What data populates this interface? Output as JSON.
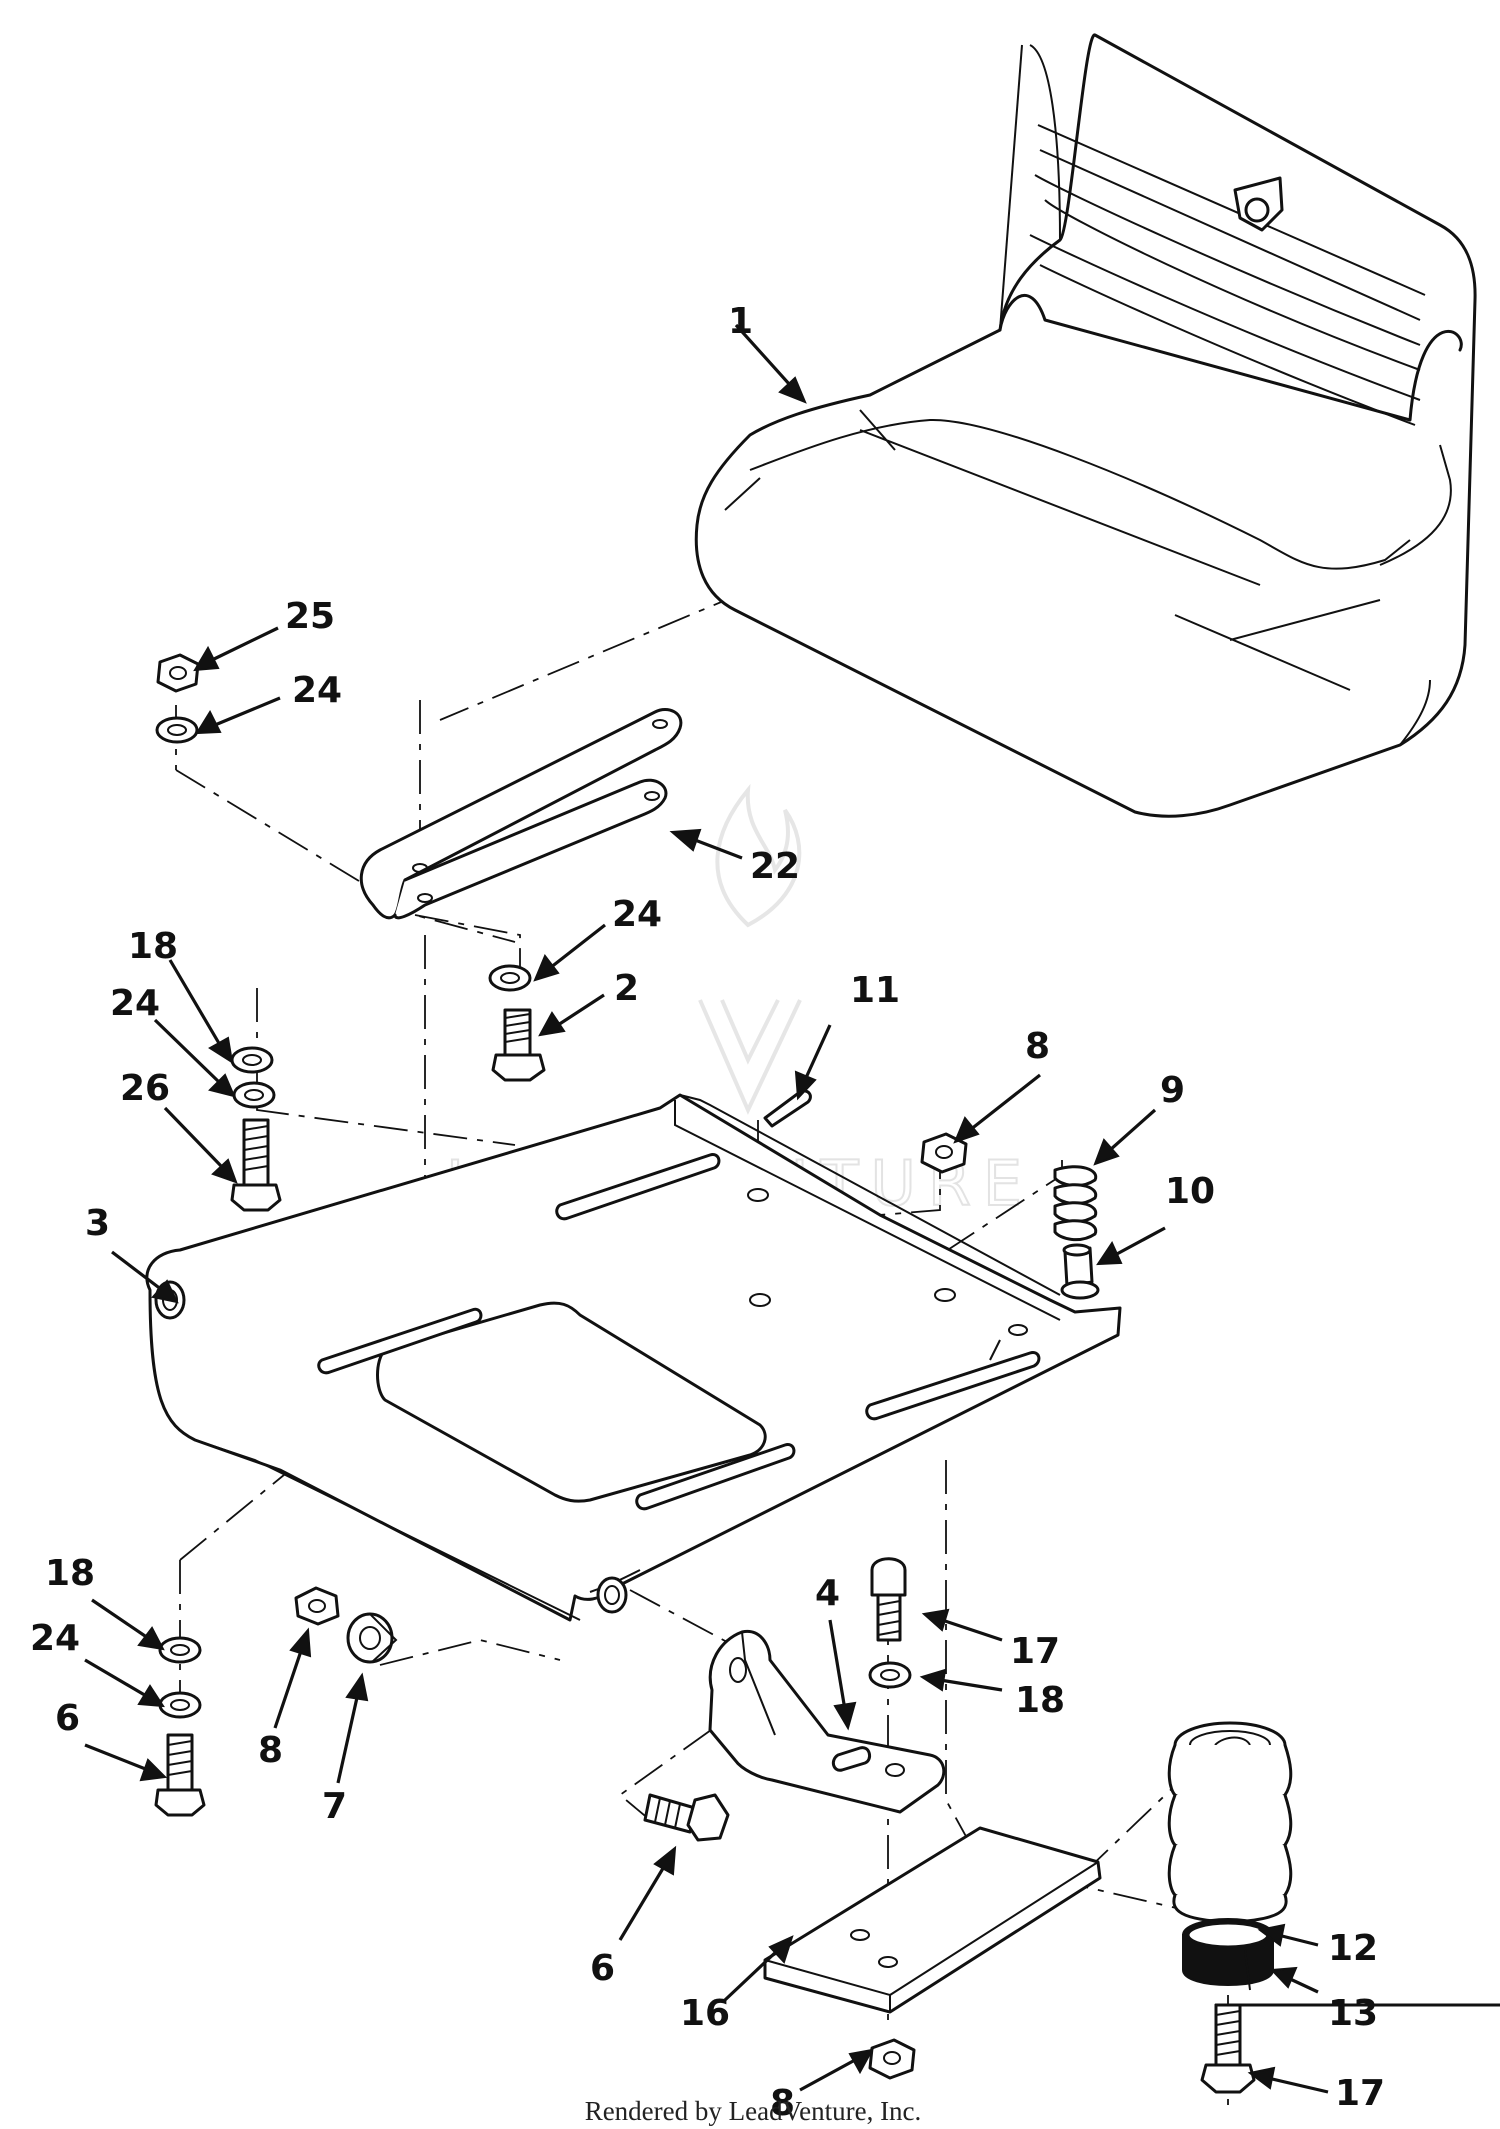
{
  "watermark": {
    "text": "LEADVENTURE",
    "logo": "flame-v-logo"
  },
  "credit": "Rendered by LeadVenture, Inc.",
  "callouts": [
    {
      "id": "1",
      "label": "1"
    },
    {
      "id": "25",
      "label": "25"
    },
    {
      "id": "24a",
      "label": "24"
    },
    {
      "id": "22",
      "label": "22"
    },
    {
      "id": "24b",
      "label": "24"
    },
    {
      "id": "2",
      "label": "2"
    },
    {
      "id": "18a",
      "label": "18"
    },
    {
      "id": "24c",
      "label": "24"
    },
    {
      "id": "26",
      "label": "26"
    },
    {
      "id": "11",
      "label": "11"
    },
    {
      "id": "8a",
      "label": "8"
    },
    {
      "id": "9",
      "label": "9"
    },
    {
      "id": "10",
      "label": "10"
    },
    {
      "id": "3",
      "label": "3"
    },
    {
      "id": "18b",
      "label": "18"
    },
    {
      "id": "24d",
      "label": "24"
    },
    {
      "id": "6a",
      "label": "6"
    },
    {
      "id": "8b",
      "label": "8"
    },
    {
      "id": "7",
      "label": "7"
    },
    {
      "id": "4",
      "label": "4"
    },
    {
      "id": "17a",
      "label": "17"
    },
    {
      "id": "18c",
      "label": "18"
    },
    {
      "id": "6b",
      "label": "6"
    },
    {
      "id": "16",
      "label": "16"
    },
    {
      "id": "8c",
      "label": "8"
    },
    {
      "id": "12",
      "label": "12"
    },
    {
      "id": "13",
      "label": "13"
    },
    {
      "id": "17b",
      "label": "17"
    }
  ]
}
